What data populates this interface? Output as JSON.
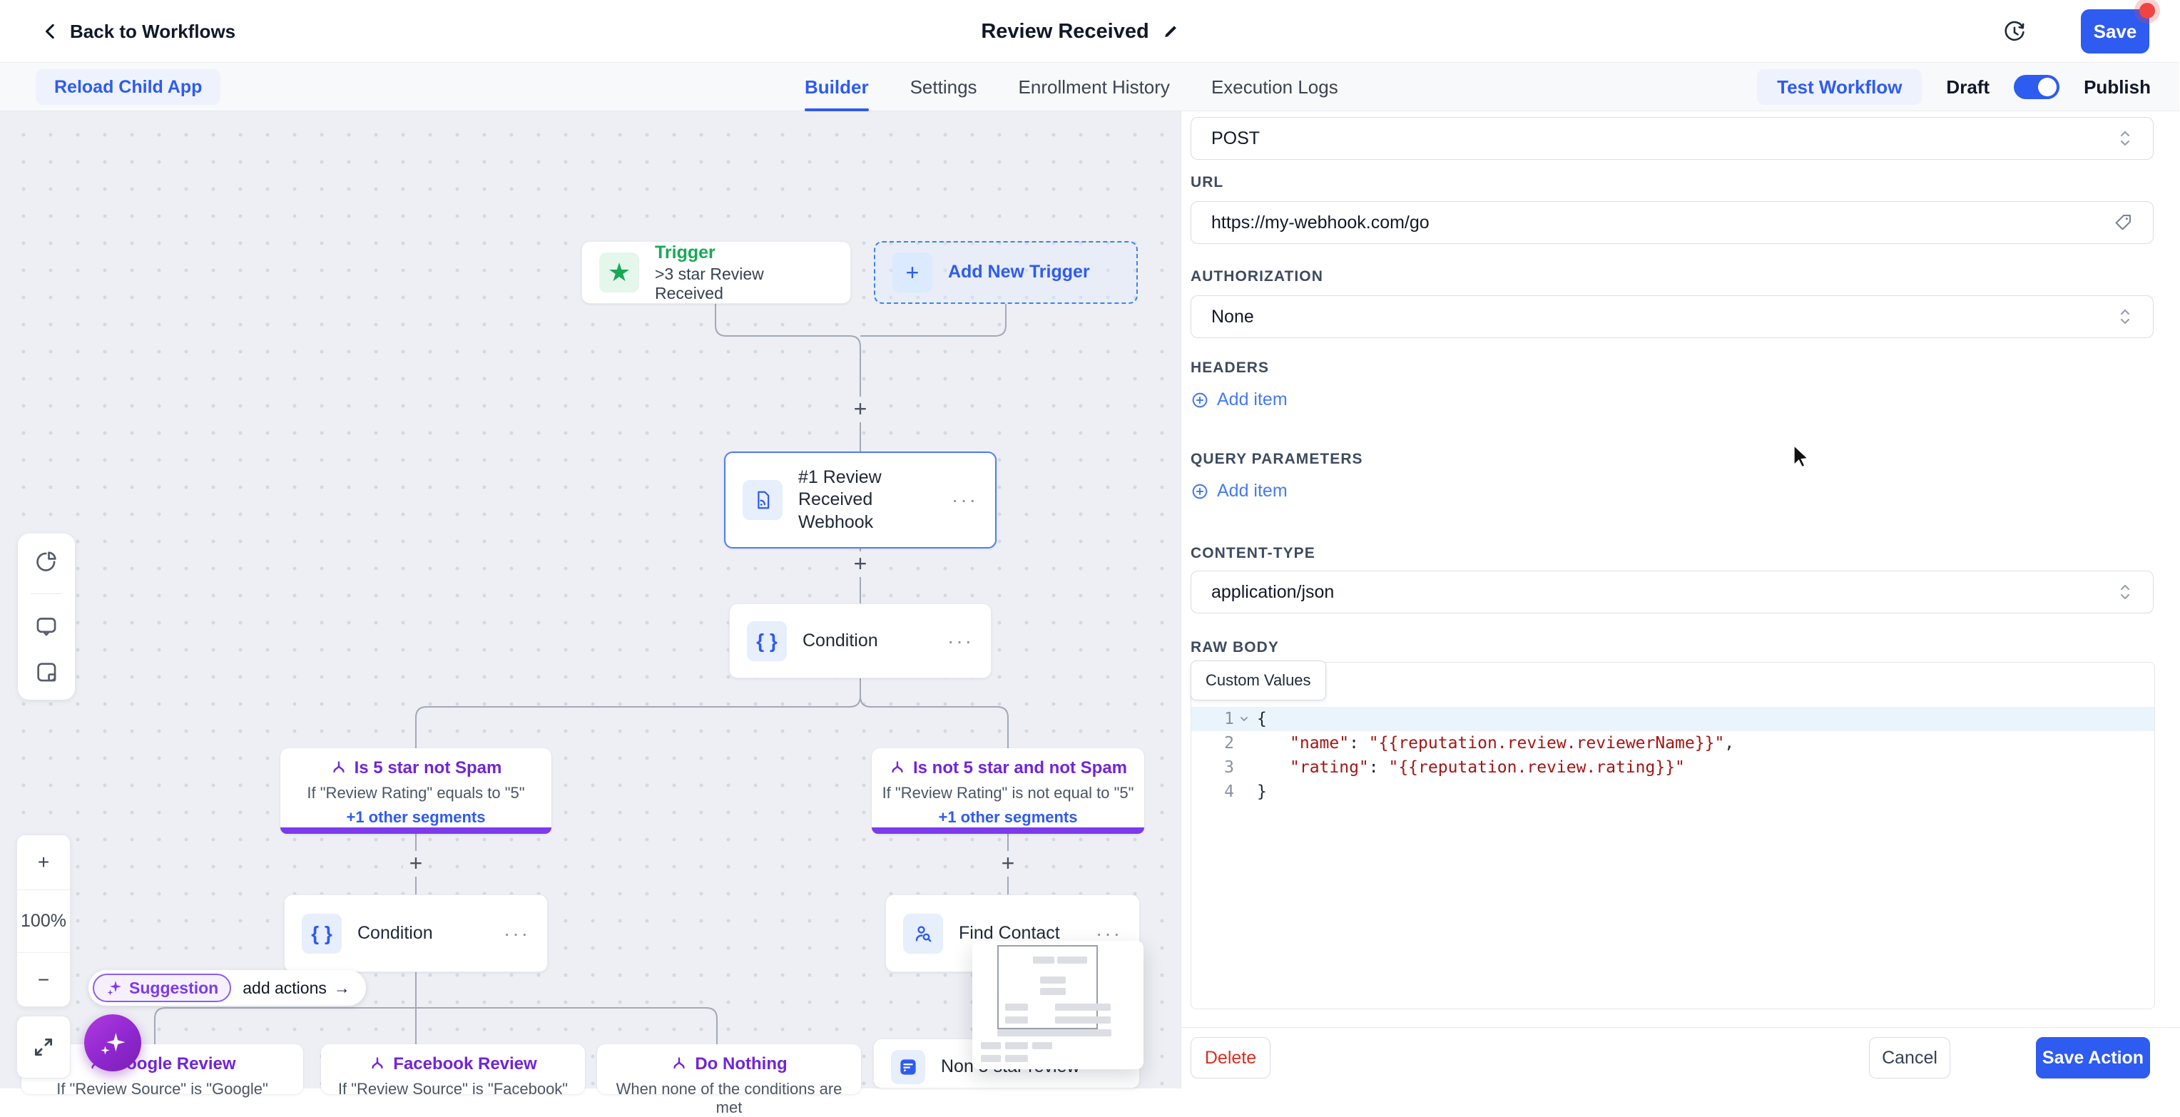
{
  "colors": {
    "accent": "#2e5bf0",
    "purple": "#7c3aed",
    "green": "#18a957",
    "danger": "#d92d20",
    "code-str": "#a31515"
  },
  "icons": {
    "ellipsis": "···",
    "plus": "+",
    "star": "★",
    "braces": "{ }",
    "arrow_right": "→"
  },
  "header": {
    "back_label": "Back to Workflows",
    "title": "Review Received",
    "save_label": "Save"
  },
  "toolbar": {
    "reload_label": "Reload Child App",
    "tabs": {
      "builder": "Builder",
      "settings": "Settings",
      "enrollment": "Enrollment History",
      "execution": "Execution Logs"
    },
    "test_label": "Test Workflow",
    "draft_label": "Draft",
    "publish_label": "Publish"
  },
  "canvas": {
    "zoom": {
      "in": "+",
      "level": "100%",
      "out": "−"
    },
    "trigger": {
      "badge": "Trigger",
      "label": ">3 star Review Received"
    },
    "add_trigger_label": "Add New Trigger",
    "webhook_title": "#1 Review Received Webhook",
    "condition1_title": "Condition",
    "condition2_title": "Condition",
    "find_contact_title": "Find Contact",
    "non5_title": "Non 5 star review",
    "branches": [
      {
        "title": "Is 5 star not Spam",
        "condition": "If \"Review Rating\" equals to \"5\"",
        "more": "+1 other segments"
      },
      {
        "title": "Is not 5 star and not Spam",
        "condition": "If \"Review Rating\" is not equal to \"5\"",
        "more": "+1 other segments"
      },
      {
        "title": "Google Review",
        "condition": "If \"Review Source\" is \"Google\""
      },
      {
        "title": "Facebook Review",
        "condition": "If \"Review Source\" is \"Facebook\""
      },
      {
        "title": "Do Nothing",
        "condition": "When none of the conditions are met"
      }
    ],
    "suggestion": {
      "chip_label": "Suggestion",
      "action_label": "add actions",
      "arrow": "→"
    }
  },
  "panel": {
    "method_value": "POST",
    "url_label": "URL",
    "url_value": "https://my-webhook.com/go",
    "authorization_label": "AUTHORIZATION",
    "authorization_value": "None",
    "headers_label": "HEADERS",
    "headers_add_label": "Add item",
    "query_label": "QUERY PARAMETERS",
    "query_add_label": "Add item",
    "content_type_label": "CONTENT-TYPE",
    "content_type_value": "application/json",
    "raw_body_label": "RAW BODY",
    "custom_values_label": "Custom Values",
    "code": {
      "gutter": [
        "1",
        "2",
        "3",
        "4"
      ],
      "l1": "{",
      "l2_key": "\"name\"",
      "l2_colon": ": ",
      "l2_str": "\"{{reputation.review.reviewerName}}\"",
      "l2_comma": ",",
      "l3_key": "\"rating\"",
      "l3_colon": ": ",
      "l3_str": "\"{{reputation.review.rating}}\"",
      "l4": "}"
    },
    "delete_label": "Delete",
    "cancel_label": "Cancel",
    "save_action_label": "Save Action"
  }
}
